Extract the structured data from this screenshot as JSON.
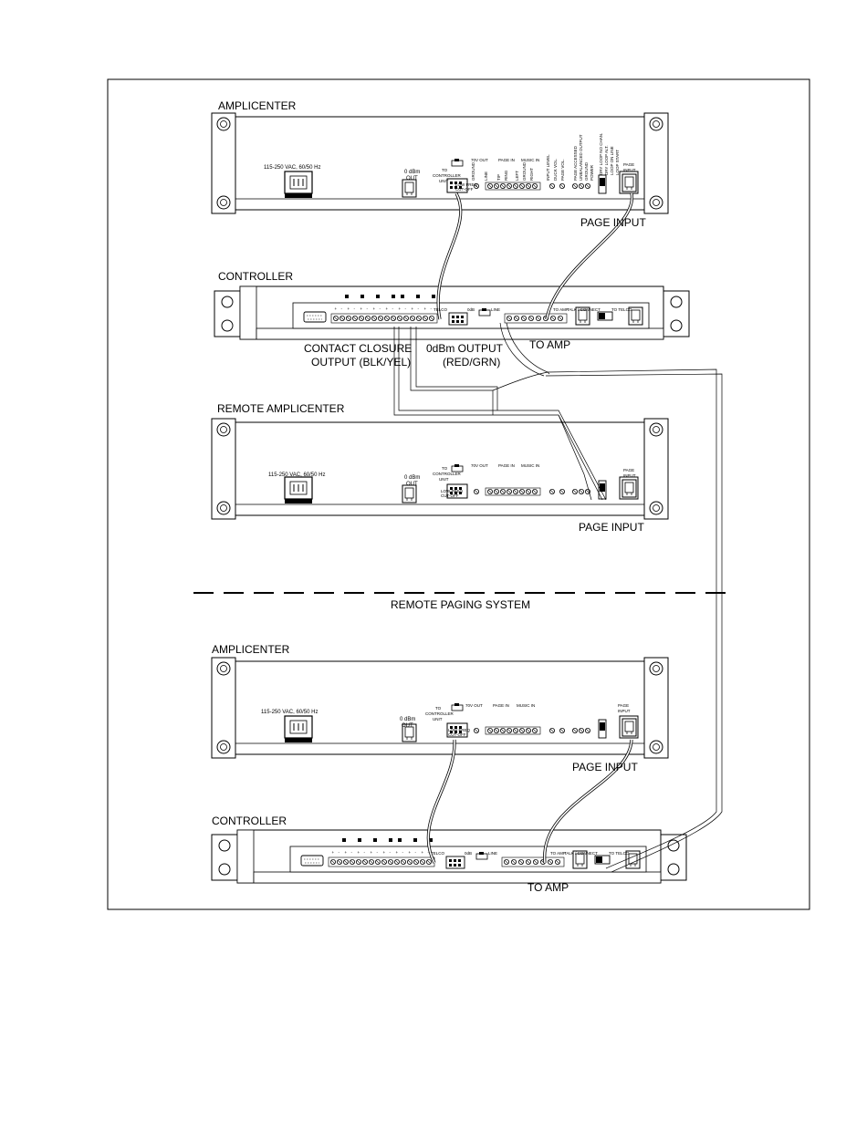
{
  "labels": {
    "amplicenter_top": "AMPLICENTER",
    "controller_top": "CONTROLLER",
    "remote_amplicenter": "REMOTE AMPLICENTER",
    "remote_paging_system": "REMOTE PAGING SYSTEM",
    "amplicenter_bottom": "AMPLICENTER",
    "controller_bottom": "CONTROLLER",
    "contact_closure_line1": "CONTACT CLOSURE",
    "contact_closure_line2": "OUTPUT (BLK/YEL)",
    "odbm_output_line1": "0dBm OUTPUT",
    "odbm_output_line2": "(RED/GRN)",
    "to_amp": "TO AMP",
    "page_input": "PAGE INPUT"
  },
  "amplicenter_panel": {
    "power": "115-250 VAC, 60/50 Hz",
    "odbm_out_1": "0 dBm",
    "odbm_out_2": "OUT",
    "to_controller_1": "TO",
    "to_controller_2": "CONTROLLER",
    "to_controller_3": "UNIT",
    "low_freq_1": "LOW FREQ",
    "low_freq_2": "CUT-OFF",
    "out_70v": "70V OUT",
    "page_in": "PAGE IN",
    "music_in": "MUSIC IN",
    "page_input_small_1": "PAGE",
    "page_input_small_2": "INPUT",
    "terminals": [
      "GROUND",
      "LINE",
      "TIP",
      "RING",
      "LEFT",
      "GROUND",
      "RIGHT",
      "INPUT LEVEL",
      "DUCK VOL.",
      "PAGE VOL."
    ],
    "side_terms": [
      "PAGE ACCESSED",
      "UNBALANCED OUTPUT",
      "GROUND",
      "POWER"
    ],
    "switch_terms": [
      "DRY LOOP NO CHAN.",
      "DRY LOOP ALT.",
      "LOOP ON LINE",
      "LOOP START"
    ],
    "jack_terms": [
      "TIP",
      "RING",
      "IN"
    ]
  },
  "controller_panel": {
    "terminal_marks": [
      "+",
      "-",
      "+",
      "-",
      "+",
      "-",
      "+",
      "-",
      "+",
      "-",
      "+",
      "-",
      "+",
      "-",
      "+",
      "-"
    ],
    "odb_small": "0dB",
    "line_small": "LINE",
    "to_amp_small": "TO AMP",
    "telco_small": "TELCO",
    "mode_small": "TALK / CONNECT",
    "out_small": "TO TELCO"
  }
}
